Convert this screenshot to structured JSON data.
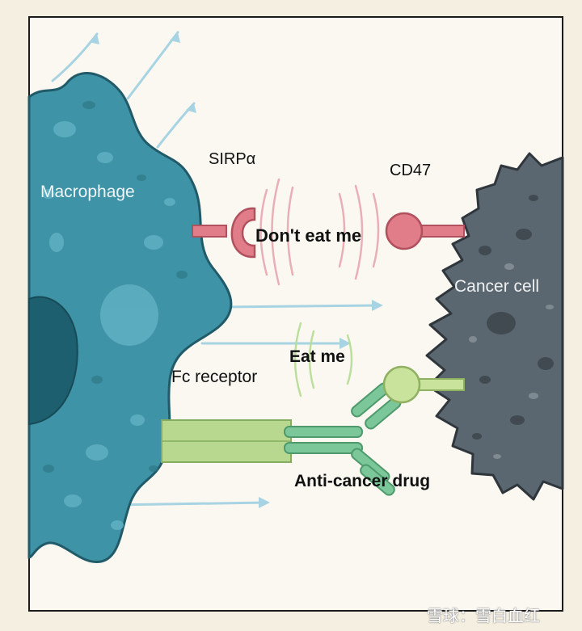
{
  "labels": {
    "macrophage": "Macrophage",
    "sirp_alpha": "SIRPα",
    "cd47": "CD47",
    "dont_eat_me": "Don't eat me",
    "cancer_cell": "Cancer cell",
    "eat_me": "Eat me",
    "fc_receptor": "Fc receptor",
    "anti_cancer_drug": "Anti-cancer drug"
  },
  "watermark": "雪球：雪白血红",
  "colors": {
    "background": "#f5efe1",
    "panel": "#faf8f1",
    "macrophage": "#3f93a6",
    "macrophage_outline": "#215a68",
    "nucleus": "#1d5f6e",
    "cancer_cell": "#5b6770",
    "cancer_outline": "#2f363c",
    "sirp_receptor": "#e07d88",
    "cd47": "#e07d88",
    "fc_receptor": "#b8d890",
    "antibody": "#7cc79a",
    "arrow": "#a8d3e3"
  }
}
